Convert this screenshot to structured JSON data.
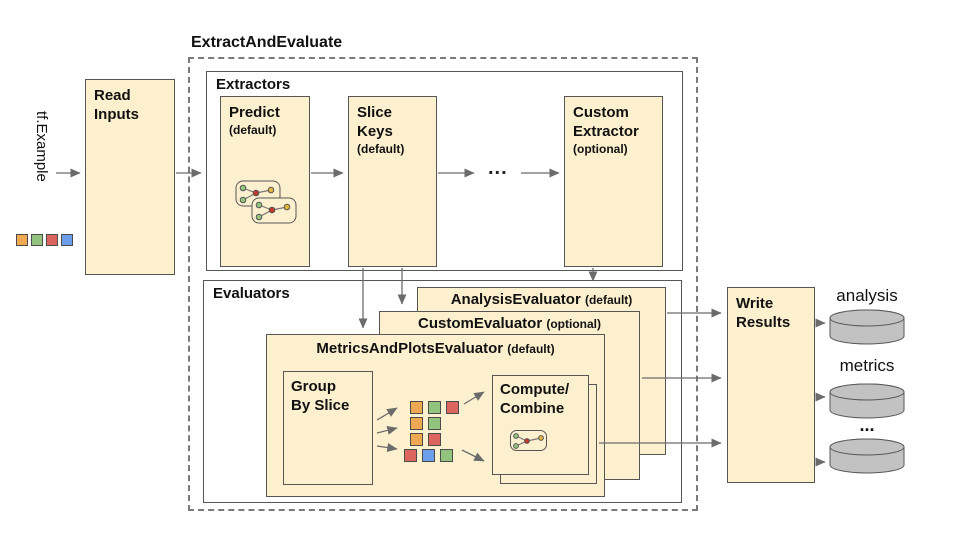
{
  "title": "ExtractAndEvaluate",
  "palette": {
    "box_fill": "#FCF0CF",
    "box_border": "#565656",
    "arrow": "#6b6b6b",
    "cylinder_fill": "#C2C2C2",
    "cylinder_border": "#595959",
    "orange": "#F0A953",
    "green": "#93C47D",
    "red": "#DD655F",
    "blue": "#6D9EEB",
    "yellow": "#E3B73D",
    "node_red": "#C0392B"
  },
  "input": {
    "label": "tf.Example",
    "squares": [
      "orange",
      "green",
      "red",
      "blue"
    ]
  },
  "read_inputs": {
    "line1": "Read",
    "line2": "Inputs"
  },
  "extractors": {
    "label": "Extractors",
    "predict": {
      "title": "Predict",
      "qualifier": "(default)"
    },
    "slice_keys": {
      "line1": "Slice",
      "line2": "Keys",
      "qualifier": "(default)"
    },
    "ellipsis": "...",
    "custom_extractor": {
      "line1": "Custom",
      "line2": "Extractor",
      "qualifier": "(optional)"
    }
  },
  "evaluators": {
    "label": "Evaluators",
    "analysis_evaluator": {
      "title": "AnalysisEvaluator",
      "qualifier": "(default)"
    },
    "custom_evaluator": {
      "title": "CustomEvaluator",
      "qualifier": "(optional)"
    },
    "metrics_plots_evaluator": {
      "title": "MetricsAndPlotsEvaluator",
      "qualifier": "(default)"
    },
    "group_by_slice": {
      "line1": "Group",
      "line2": "By Slice"
    },
    "compute_combine": {
      "line1": "Compute/",
      "line2": "Combine"
    },
    "slice_square_rows": [
      [
        "orange",
        "green",
        "red"
      ],
      [
        "orange",
        "green"
      ],
      [
        "orange",
        "red"
      ],
      [
        "red",
        "blue",
        "green"
      ]
    ]
  },
  "write_results": {
    "line1": "Write",
    "line2": "Results"
  },
  "outputs": [
    {
      "label": "analysis"
    },
    {
      "label": "metrics"
    },
    {
      "label": "..."
    }
  ]
}
